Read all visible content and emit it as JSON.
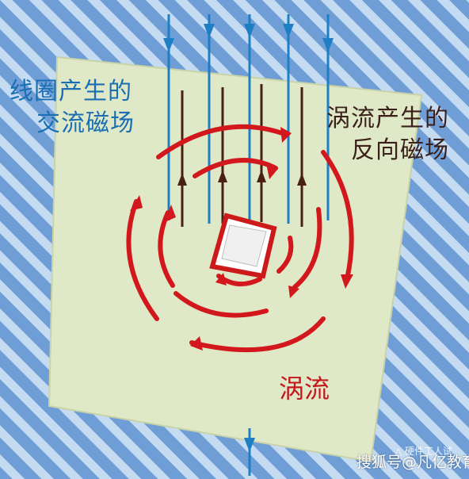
{
  "labels": {
    "coil_field_line1": "线圈产生的",
    "coil_field_line2": "交流磁场",
    "reverse_field_line1": "涡流产生的",
    "reverse_field_line2": "反向磁场",
    "eddy_current": "涡流"
  },
  "watermark": {
    "main": "搜狐号@凡亿教育",
    "small": "△ 硬件工人试"
  },
  "colors": {
    "background": "#6f9ed6",
    "stripes": "#c4dbf2",
    "plate": "#dfe8c7",
    "coil_field": "#1f7fc4",
    "reverse_field": "#4a1f14",
    "eddy_current": "#d2181c",
    "conductor_border": "#cc1a1a",
    "conductor_fill": "#ffffff"
  },
  "icons": {
    "down_arrows": "blue-down-arrow-icon",
    "up_arrows": "dark-up-arrow-icon",
    "eddy_arrows": "red-circular-arrow-icon"
  }
}
